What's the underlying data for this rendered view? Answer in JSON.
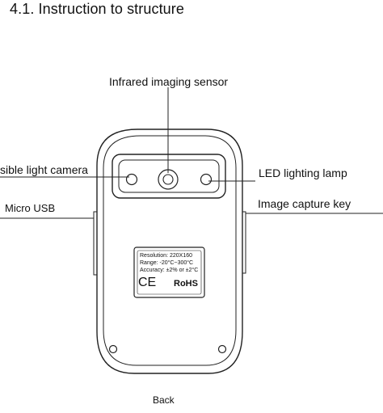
{
  "heading": "4.1. Instruction to structure",
  "labels": {
    "infrared": "Infrared imaging sensor",
    "visible_camera": "sible light camera",
    "led": "LED lighting lamp",
    "micro_usb": "Micro USB",
    "capture_key": "Image capture key"
  },
  "device_label": {
    "resolution": "Resolution: 220X160",
    "range": "Range: -20°C~300°C",
    "accuracy": "Accuracy: ±2% or ±2°C",
    "ce": "CE",
    "rohs": "RoHS"
  },
  "caption": "Back"
}
